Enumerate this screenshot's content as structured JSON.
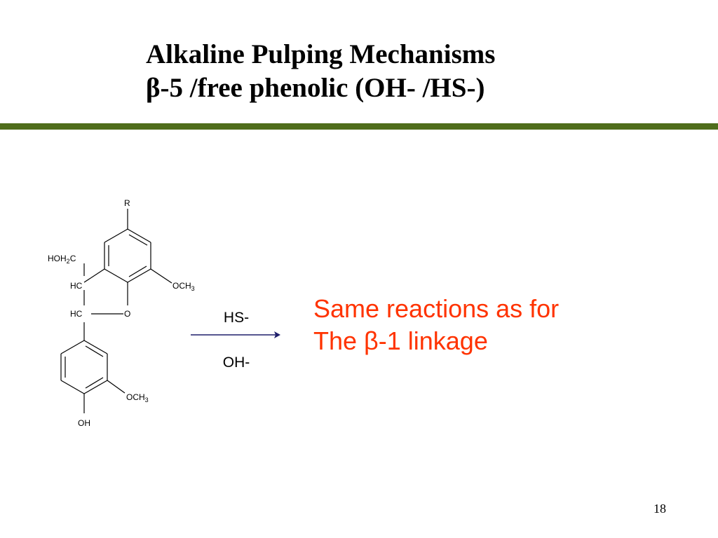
{
  "slide": {
    "title_line1": "Alkaline Pulping Mechanisms",
    "title_line2": "β-5 /free phenolic (OH- /HS-)",
    "rule_color": "#4f6d1c",
    "note_line1": "Same reactions as for",
    "note_line2": "The β-1 linkage",
    "note_color": "#ff3300",
    "page_number": "18"
  },
  "reaction": {
    "reagent_top": "HS-",
    "reagent_bottom": "OH-",
    "arrow_color": "#1f1f6b"
  },
  "structure": {
    "substituent_r": "R",
    "hydroxymethyl": "HOH2C",
    "methine_upper": "HC",
    "methine_lower": "HC",
    "ring_oxygen": "O",
    "methoxy_upper": "OCH3",
    "methoxy_lower": "OCH3",
    "phenol_oh": "OH"
  }
}
